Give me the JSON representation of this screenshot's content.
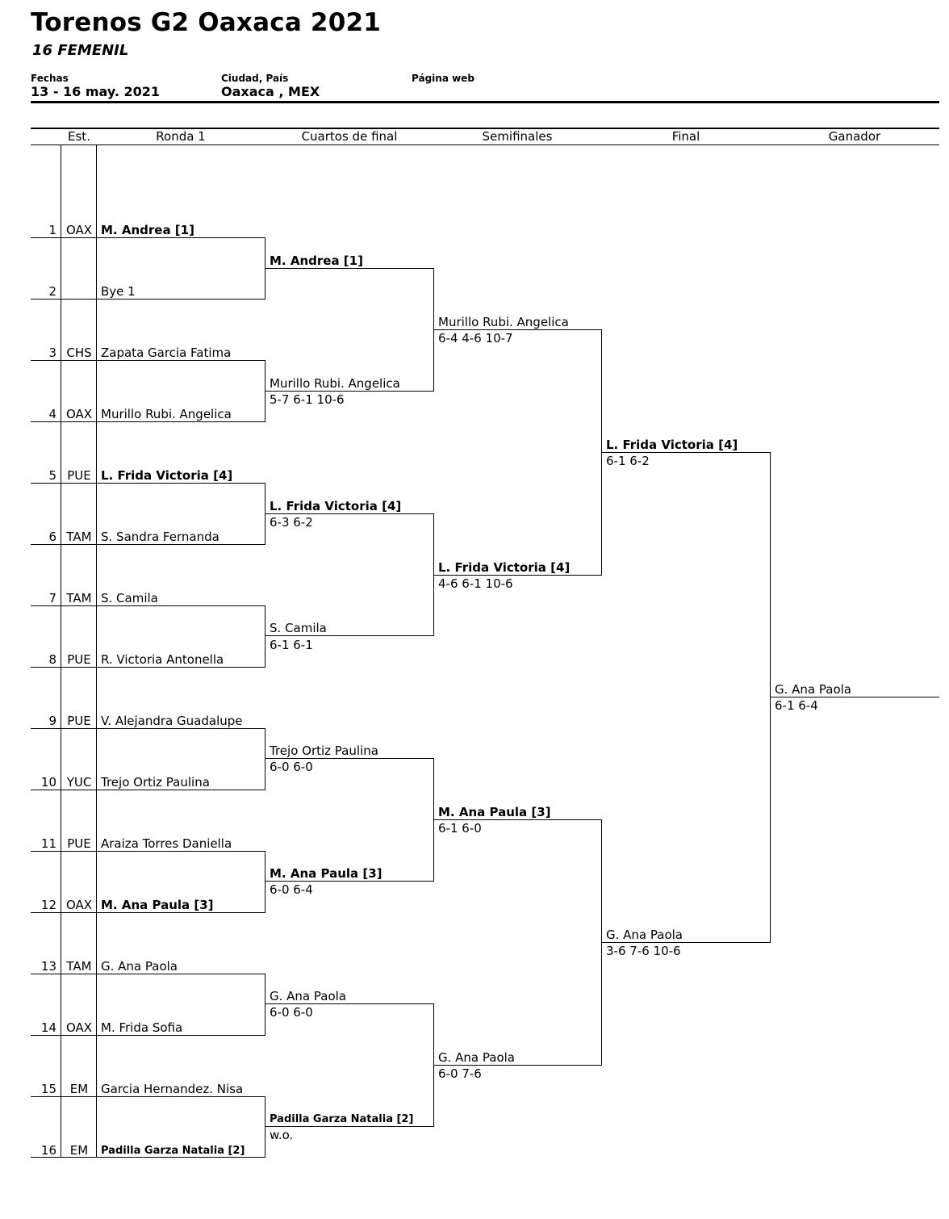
{
  "header": {
    "title": "Torenos G2 Oaxaca 2021",
    "subtitle": "16 FEMENIL",
    "dates_label": "Fechas",
    "dates_value": "13 - 16 may. 2021",
    "city_label": "Ciudad, País",
    "city_value": "Oaxaca , MEX",
    "web_label": "Página web",
    "web_value": ""
  },
  "columns": [
    "Est.",
    "Ronda 1",
    "Cuartos de final",
    "Semifinales",
    "Final",
    "Ganador"
  ],
  "draw": [
    {
      "seed": "1",
      "state": "OAX",
      "name": "M. Andrea [1]",
      "bold": true
    },
    {
      "seed": "2",
      "state": "",
      "name": "Bye 1",
      "bold": false
    },
    {
      "seed": "3",
      "state": "CHS",
      "name": "Zapata Garcia Fatima",
      "bold": false
    },
    {
      "seed": "4",
      "state": "OAX",
      "name": "Murillo Rubi. Angelica",
      "bold": false
    },
    {
      "seed": "5",
      "state": "PUE",
      "name": "L. Frida Victoria [4]",
      "bold": true
    },
    {
      "seed": "6",
      "state": "TAM",
      "name": "S. Sandra Fernanda",
      "bold": false
    },
    {
      "seed": "7",
      "state": "TAM",
      "name": "S. Camila",
      "bold": false
    },
    {
      "seed": "8",
      "state": "PUE",
      "name": "R. Victoria Antonella",
      "bold": false
    },
    {
      "seed": "9",
      "state": "PUE",
      "name": "V. Alejandra Guadalupe",
      "bold": false
    },
    {
      "seed": "10",
      "state": "YUC",
      "name": "Trejo Ortiz Paulina",
      "bold": false
    },
    {
      "seed": "11",
      "state": "PUE",
      "name": "Araiza Torres Daniella",
      "bold": false
    },
    {
      "seed": "12",
      "state": "OAX",
      "name": "M. Ana Paula [3]",
      "bold": true
    },
    {
      "seed": "13",
      "state": "TAM",
      "name": "G. Ana Paola",
      "bold": false
    },
    {
      "seed": "14",
      "state": "OAX",
      "name": "M. Frida Sofia",
      "bold": false
    },
    {
      "seed": "15",
      "state": "EM",
      "name": "Garcia Hernandez. Nisa",
      "bold": false
    },
    {
      "seed": "16",
      "state": "EM",
      "name": "Padilla Garza Natalia [2]",
      "bold": true,
      "small": true
    }
  ],
  "quarterfinals": [
    {
      "name": "M. Andrea [1]",
      "score": "",
      "bold": true
    },
    {
      "name": "Murillo Rubi. Angelica",
      "score": "5-7 6-1 10-6",
      "bold": false
    },
    {
      "name": "L. Frida Victoria [4]",
      "score": "6-3 6-2",
      "bold": true
    },
    {
      "name": "S. Camila",
      "score": "6-1 6-1",
      "bold": false
    },
    {
      "name": "Trejo Ortiz Paulina",
      "score": "6-0 6-0",
      "bold": false
    },
    {
      "name": "M. Ana Paula [3]",
      "score": "6-0 6-4",
      "bold": true
    },
    {
      "name": "G. Ana Paola",
      "score": "6-0 6-0",
      "bold": false
    },
    {
      "name": "Padilla Garza Natalia [2]",
      "score": "w.o.",
      "bold": true,
      "small": true
    }
  ],
  "semifinals": [
    {
      "name": "Murillo Rubi. Angelica",
      "score": "6-4 4-6 10-7",
      "bold": false
    },
    {
      "name": "L. Frida Victoria [4]",
      "score": "4-6 6-1 10-6",
      "bold": true
    },
    {
      "name": "M. Ana Paula [3]",
      "score": "6-1 6-0",
      "bold": true
    },
    {
      "name": "G. Ana Paola",
      "score": "6-0 7-6",
      "bold": false
    }
  ],
  "final": [
    {
      "name": "L. Frida Victoria [4]",
      "score": "6-1 6-2",
      "bold": true
    },
    {
      "name": "G. Ana Paola",
      "score": "3-6 7-6 10-6",
      "bold": false
    }
  ],
  "winner": {
    "name": "G. Ana Paola",
    "score": "6-1 6-4",
    "bold": false
  }
}
